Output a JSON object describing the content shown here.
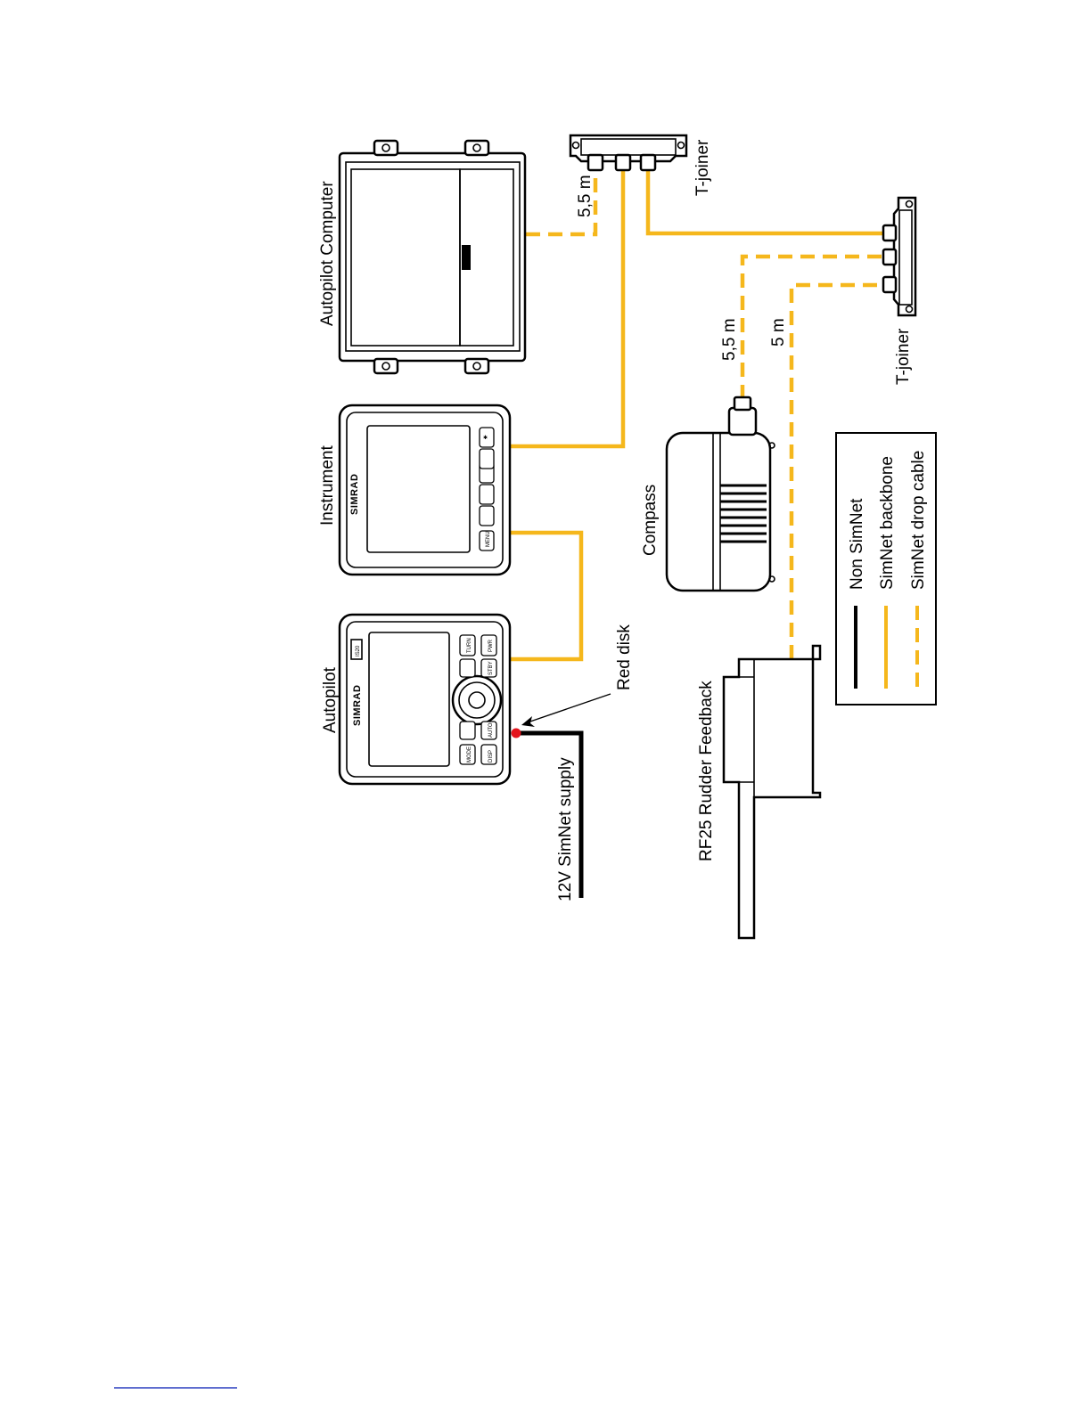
{
  "labels": {
    "autopilot_computer": "Autopilot Computer",
    "instrument": "Instrument",
    "autopilot": "Autopilot",
    "t_joiner_top": "T-joiner",
    "t_joiner_right": "T-joiner",
    "compass": "Compass",
    "rudder_feedback": "RF25 Rudder Feedback",
    "supply": "12V SimNet supply",
    "red_disk": "Red disk",
    "len_computer": "5,5 m",
    "len_compass": "5,5 m",
    "len_rudder": "5 m"
  },
  "brand": {
    "instrument_logo": "SIMRAD",
    "autopilot_logo": "SIMRAD",
    "autopilot_model": "IS20"
  },
  "buttons": {
    "autopilot": [
      "TURN",
      "PWR",
      "STBY",
      "AUTO",
      "MODE",
      "DISP"
    ],
    "instrument": [
      "MENU"
    ]
  },
  "legend": {
    "items": [
      "Non SimNet",
      "SimNet backbone",
      "SimNet drop cable"
    ]
  },
  "colors": {
    "backbone": "#f5b71c",
    "drop_cable": "#f5b71c",
    "non_simnet": "#000000",
    "red_disk": "#e4141c"
  }
}
